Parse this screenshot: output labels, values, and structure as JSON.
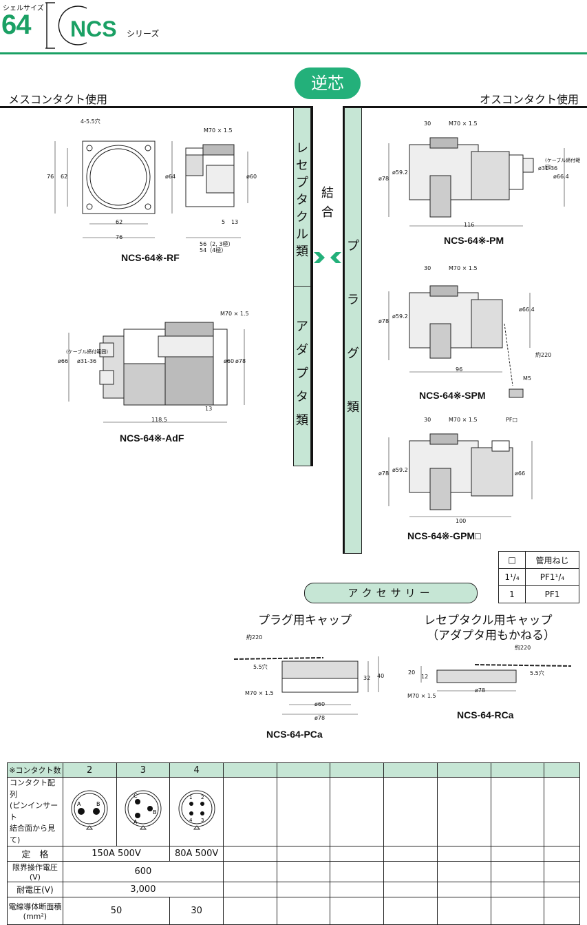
{
  "header": {
    "size_label": "シェルサイズ",
    "size": "64",
    "series": "NCS",
    "series_suffix": "シリーズ"
  },
  "center_badge": "逆芯",
  "female_title": "メスコンタクト使用",
  "male_title": "オスコンタクト使用",
  "bars": {
    "receptacle": [
      "レ",
      "セ",
      "プ",
      "タ",
      "ク",
      "ル",
      "類"
    ],
    "adapter": [
      "ア",
      "ダ",
      "プ",
      "タ",
      "類"
    ],
    "plug": [
      "プ",
      "ラ",
      "グ",
      "類"
    ],
    "mating": [
      "結",
      "合"
    ]
  },
  "drawings": {
    "rf": {
      "caption": "NCS-64※-RF",
      "dims": [
        "4-5.5穴",
        "76",
        "62",
        "62",
        "76",
        "ø64",
        "M70 × 1.5",
        "ø60",
        "5",
        "13",
        "56（2, 3極）",
        "54（4極）"
      ]
    },
    "adf": {
      "caption": "NCS-64※-AdF",
      "dims": [
        "M70 × 1.5",
        "ø66",
        "(ケーブル締付範囲)",
        "ø31-36",
        "ø60",
        "ø78",
        "13",
        "118.5"
      ]
    },
    "pm": {
      "caption": "NCS-64※-PM",
      "dims": [
        "30",
        "M70 × 1.5",
        "ø78",
        "ø59.2",
        "ø31-36",
        "(ケーブル締付範囲)",
        "ø66.4",
        "116"
      ]
    },
    "spm": {
      "caption": "NCS-64※-SPM",
      "dims": [
        "30",
        "M70 × 1.5",
        "ø78",
        "ø59.2",
        "ø66.4",
        "約220",
        "96",
        "M5"
      ]
    },
    "gpm": {
      "caption": "NCS-64※-GPM□",
      "dims": [
        "30",
        "M70 × 1.5",
        "PF□",
        "ø78",
        "ø59.2",
        "ø66",
        "100"
      ]
    }
  },
  "pipe_thread_table": {
    "headers": [
      "□",
      "管用ねじ"
    ],
    "rows": [
      [
        "1¹/₄",
        "PF1¹/₄"
      ],
      [
        "1",
        "PF1"
      ]
    ]
  },
  "accessory_title": "アクセサリー",
  "plug_cap": {
    "title": "プラグ用キャップ",
    "caption": "NCS-64-PCa",
    "dims": [
      "約220",
      "5.5穴",
      "40",
      "32",
      "M70 × 1.5",
      "ø60",
      "ø78"
    ]
  },
  "recept_cap": {
    "title_line1": "レセプタクル用キャップ",
    "title_line2": "（アダプタ用もかねる）",
    "caption": "NCS-64-RCa",
    "dims": [
      "約220",
      "20",
      "12",
      "5.5穴",
      "M70 × 1.5",
      "ø78"
    ]
  },
  "spec_table": {
    "header_label": "※コンタクト数",
    "columns": [
      "2",
      "3",
      "4",
      "",
      "",
      "",
      "",
      "",
      "",
      "",
      ""
    ],
    "layout_label": "コンタクト配列\n(ピンインサート\n結合面から見て)",
    "pin_labels": [
      [
        "A",
        "B"
      ],
      [
        "C",
        "B",
        "A"
      ],
      [
        "1",
        "2",
        "3",
        "4"
      ]
    ],
    "rating_label": "定　格",
    "rating_values": [
      "150A 500V",
      "80A 500V"
    ],
    "voltage_label": "限界操作電圧(V)",
    "voltage_value": "600",
    "withstand_label": "耐電圧(V)",
    "withstand_value": "3,000",
    "conductor_label": "電線導体断面積",
    "conductor_unit": "(mm²)",
    "conductor_values": [
      "50",
      "30"
    ]
  },
  "colors": {
    "accent": "#1aa064",
    "pill": "#23b07a",
    "bar": "#c6e6d5"
  }
}
